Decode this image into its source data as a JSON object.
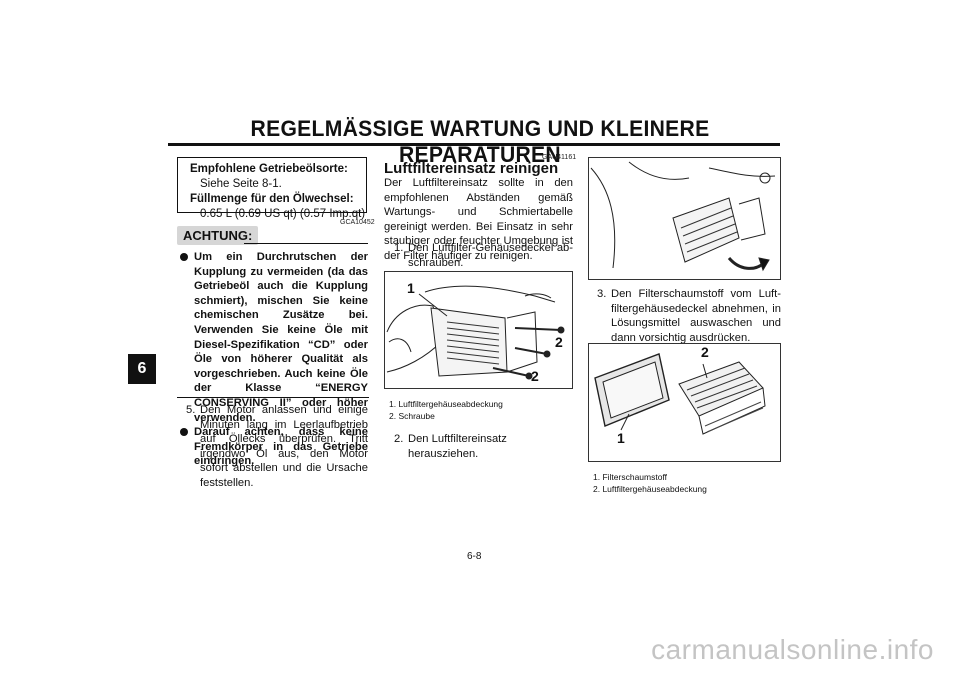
{
  "header": {
    "title": "REGELMÄSSIGE WARTUNG UND KLEINERE REPARATUREN"
  },
  "chapter_tab": "6",
  "oil_box": {
    "line1": "Empfohlene Getriebeölsorte:",
    "line2": "Siehe Seite 8-1.",
    "line3": "Füllmenge für den Ölwechsel:",
    "line4": "0.65 L (0.69 US qt) (0.57 Imp.qt)"
  },
  "caution": {
    "code": "GCA10452",
    "label": "ACHTUNG:",
    "item1": "Um ein Durchrutschen der Kupp­lung zu vermeiden (da das Getrie­beöl auch die Kupplung schmiert), mischen Sie keine chemischen Zu­sätze bei. Verwenden Sie keine Öle mit Diesel-Spezifikation “CD” oder Öle von höherer Qualität als vorge­schrieben. Auch keine Öle der Klas­se “ENERGY CONSERVING II” oder höher verwenden.",
    "item2": "Darauf achten, dass keine Fremd­körper in das Getriebe eindringen."
  },
  "step5": {
    "num": "5.",
    "text": "Den Motor anlassen und einige Minu­ten lang im Leerlaufbetrieb auf Öllecks überprüfen. Tritt irgendwo Öl aus, den Motor sofort abstellen und die Ursache feststellen."
  },
  "section": {
    "code": "GAU41161",
    "heading": "Luftfiltereinsatz reinigen",
    "intro": "Der Luftfiltereinsatz sollte in den empfohle­nen Abständen gemäß Wartungs- und Schmiertabelle gereinigt werden. Bei Ein­satz in sehr staubiger oder feuchter Umge­bung ist der Filter häufiger zu reinigen.",
    "step1_num": "1.",
    "step1": "Den Luftfilter-Gehäusedeckel ab­schrauben.",
    "fig1_caption1": "1. Luftfiltergehäuseabdeckung",
    "fig1_caption2": "2. Schraube",
    "step2_num": "2.",
    "step2": "Den Luftfiltereinsatz herausziehen.",
    "step3_num": "3.",
    "step3": "Den Filterschaumstoff vom Luft­filtergehäusedeckel abnehmen, in Lö­sungsmittel auswaschen und dann vorsichtig ausdrücken.",
    "fig3_caption1": "1. Filterschaumstoff",
    "fig3_caption2": "2. Luftfiltergehäuseabdeckung",
    "callouts": {
      "one": "1",
      "two": "2"
    }
  },
  "footer": {
    "page": "6-8"
  },
  "watermark": "carmanualsonline.info"
}
